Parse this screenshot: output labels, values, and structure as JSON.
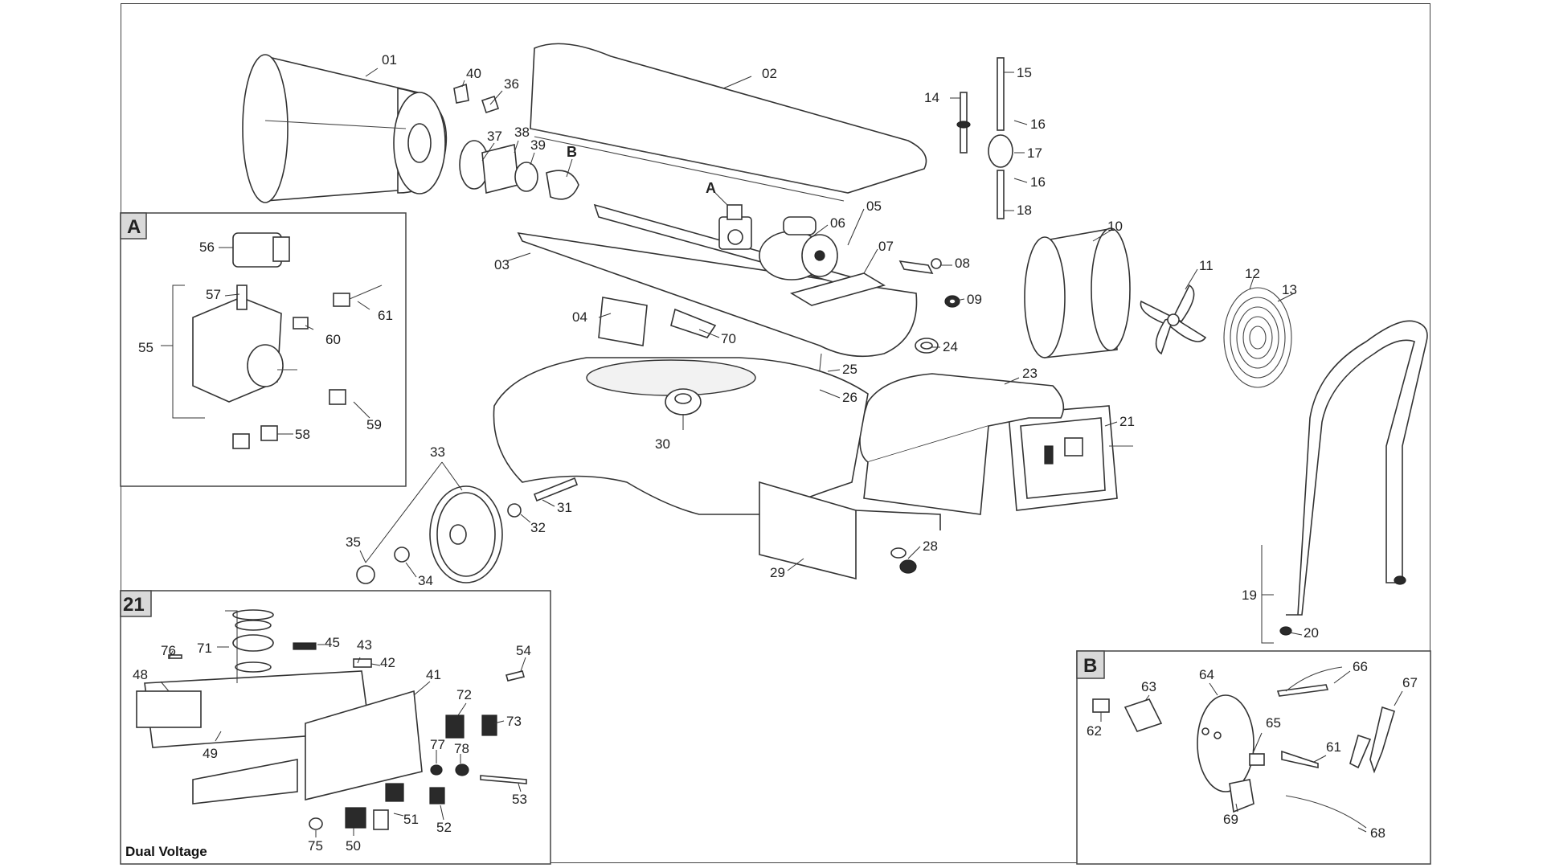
{
  "main_labels": [
    "01",
    "02",
    "03",
    "04",
    "05",
    "06",
    "07",
    "08",
    "09",
    "10",
    "11",
    "12",
    "13",
    "14",
    "15",
    "16",
    "16",
    "17",
    "18",
    "19",
    "20",
    "21",
    "23",
    "24",
    "25",
    "26",
    "28",
    "29",
    "30",
    "31",
    "32",
    "33",
    "34",
    "35",
    "36",
    "37",
    "38",
    "39",
    "40",
    "70"
  ],
  "callout_letters": [
    "A",
    "B"
  ],
  "inset_a": {
    "tag": "A",
    "labels": [
      "55",
      "56",
      "57",
      "58",
      "59",
      "60",
      "61"
    ]
  },
  "inset_21": {
    "tag": "21",
    "caption": "Dual Voltage",
    "labels": [
      "41",
      "42",
      "43",
      "45",
      "48",
      "49",
      "50",
      "51",
      "52",
      "53",
      "54",
      "71",
      "72",
      "73",
      "75",
      "76",
      "77",
      "78"
    ]
  },
  "inset_b": {
    "tag": "B",
    "labels": [
      "61",
      "62",
      "63",
      "64",
      "65",
      "66",
      "67",
      "68",
      "69"
    ]
  }
}
